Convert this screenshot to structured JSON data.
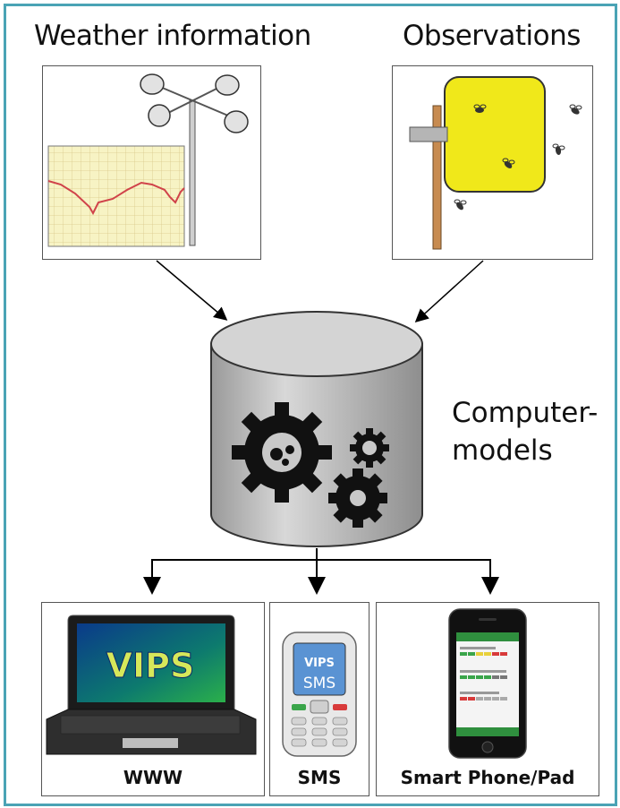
{
  "inputs": {
    "weather_title": "Weather information",
    "observations_title": "Observations"
  },
  "center": {
    "models_line1": "Computer-",
    "models_line2": "models"
  },
  "outputs": {
    "www_label": "WWW",
    "sms_label": "SMS",
    "phone_label": "Smart Phone/Pad",
    "vips_logo_text": "VIPS",
    "sms_screen_text": "SMS"
  },
  "colors": {
    "frame": "#4aa3b5",
    "trap_yellow": "#f0e81a",
    "graph_paper": "#f7f3c4",
    "graph_line": "#d0434a",
    "cylinder": "#c9c9c9",
    "gear": "#111111"
  }
}
